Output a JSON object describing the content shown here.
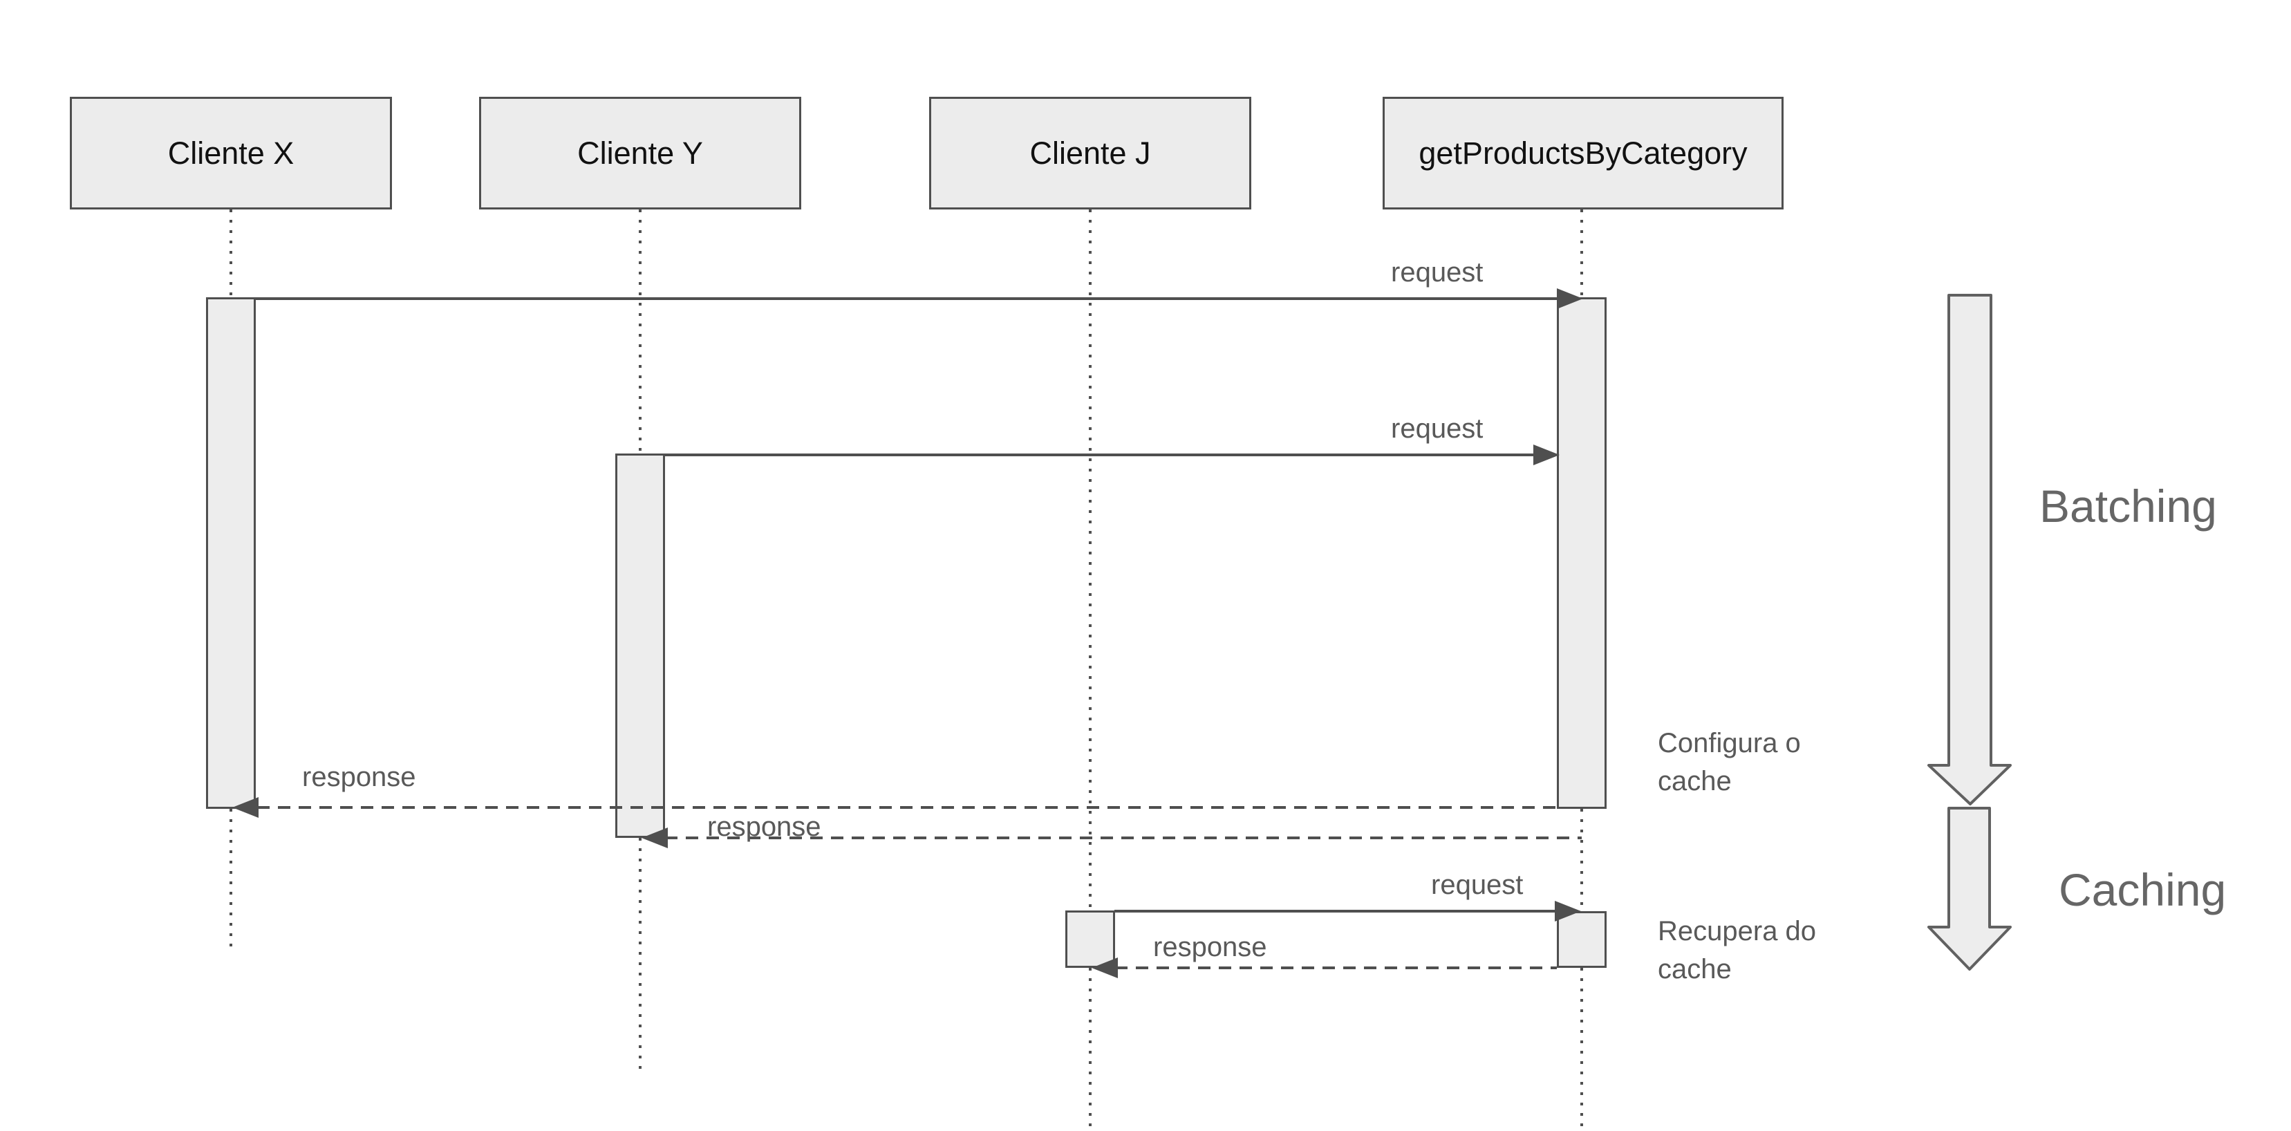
{
  "participants": [
    {
      "label": "Cliente X"
    },
    {
      "label": "Cliente Y"
    },
    {
      "label": "Cliente J"
    },
    {
      "label": "getProductsByCategory"
    }
  ],
  "messages": [
    {
      "label": "request",
      "from": "Cliente X",
      "to": "getProductsByCategory",
      "style": "solid"
    },
    {
      "label": "request",
      "from": "Cliente Y",
      "to": "getProductsByCategory",
      "style": "solid"
    },
    {
      "label": "response",
      "from": "getProductsByCategory",
      "to": "Cliente X",
      "style": "dashed"
    },
    {
      "label": "response",
      "from": "getProductsByCategory",
      "to": "Cliente Y",
      "style": "dashed"
    },
    {
      "label": "request",
      "from": "Cliente J",
      "to": "getProductsByCategory",
      "style": "solid"
    },
    {
      "label": "response",
      "from": "getProductsByCategory",
      "to": "Cliente J",
      "style": "dashed"
    }
  ],
  "notes": [
    {
      "text": "Configura o cache"
    },
    {
      "text": "Recupera do cache"
    }
  ],
  "phases": [
    {
      "label": "Batching"
    },
    {
      "label": "Caching"
    }
  ],
  "colors": {
    "stroke": "#4f4f4f",
    "shape_fill": "#ececec",
    "big_arrow_fill": "#ededed",
    "message_label": "#595959",
    "phase_label": "#666666",
    "participant_text": "#111111",
    "background": "#ffffff"
  }
}
